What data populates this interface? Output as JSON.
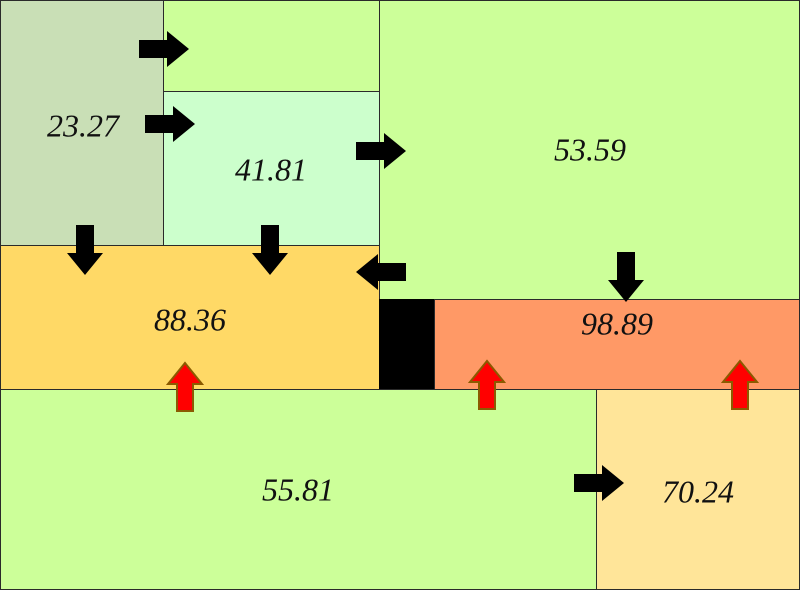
{
  "regions": [
    {
      "id": "r1",
      "value": "23.27",
      "color": "#c9dfb6"
    },
    {
      "id": "r2",
      "value": "41.81",
      "color": "#ccffcc"
    },
    {
      "id": "r3",
      "value": "53.59",
      "color": "#ccff99"
    },
    {
      "id": "r4",
      "value": "88.36",
      "color": "#ffd966"
    },
    {
      "id": "r5",
      "value": "98.89",
      "color": "#ff9966"
    },
    {
      "id": "r6",
      "value": "55.81",
      "color": "#ccff99"
    },
    {
      "id": "r7",
      "value": "70.24",
      "color": "#ffe599"
    }
  ],
  "colors": {
    "strip": "#ccff99",
    "blocker": "#000000",
    "arrow_black": "#000000",
    "arrow_red": "#ff0000",
    "arrow_red_outline": "#8b5a00",
    "border": "#2a2a2a"
  },
  "arrows": {
    "black_right": "black-right-arrow-icon",
    "black_left": "black-left-arrow-icon",
    "black_down": "black-down-arrow-icon",
    "red_up": "red-up-arrow-icon"
  }
}
